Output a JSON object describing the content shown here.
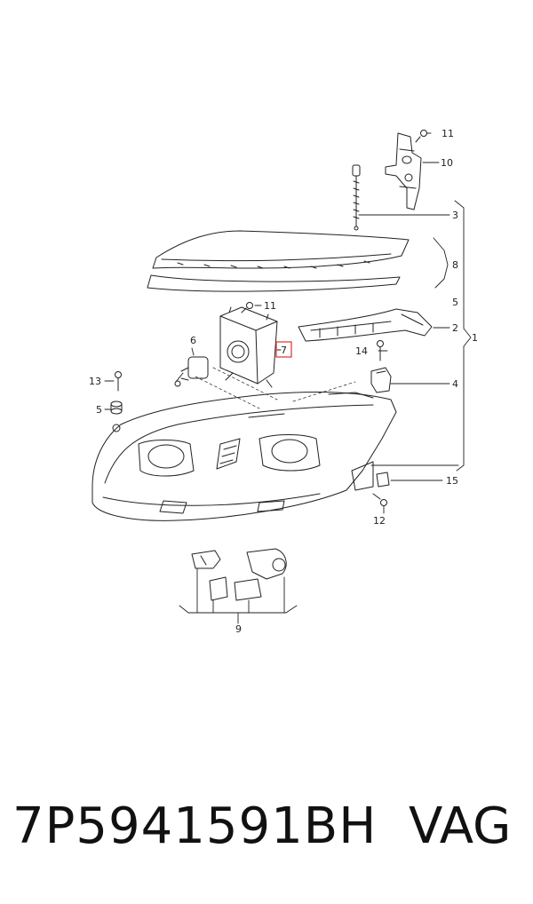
{
  "diagram": {
    "callouts": {
      "c1": "1",
      "c2": "2",
      "c3": "3",
      "c4": "4",
      "c5a": "5",
      "c5b": "5",
      "c6": "6",
      "c7": "7",
      "c8": "8",
      "c9": "9",
      "c10": "10",
      "c11a": "11",
      "c11b": "11",
      "c12": "12",
      "c13": "13",
      "c14": "14",
      "c15": "15"
    },
    "highlight_color": "#e03030"
  },
  "footer": {
    "part_number": "7P5941591BH",
    "brand": "VAG"
  }
}
